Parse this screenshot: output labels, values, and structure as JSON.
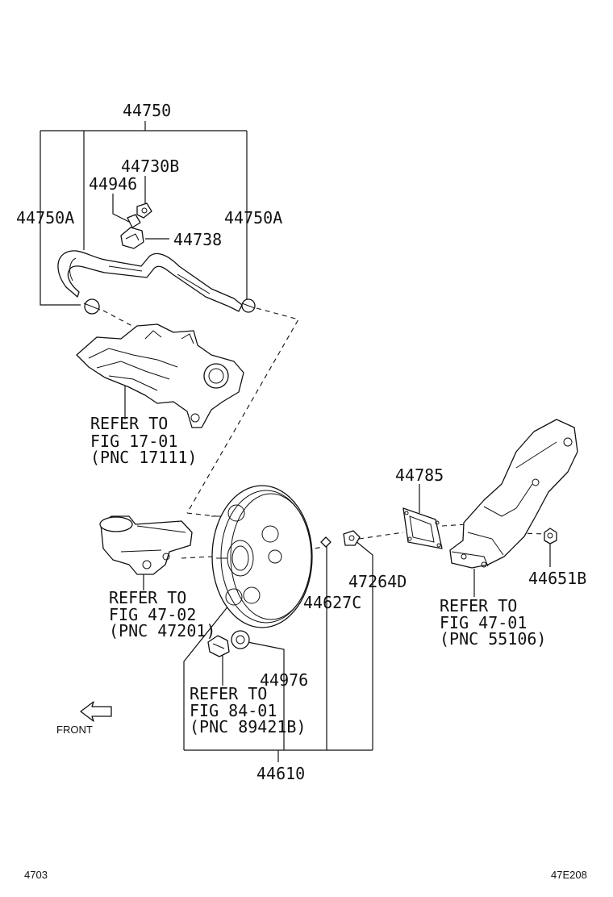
{
  "labels": {
    "p44750": "44750",
    "p44730B": "44730B",
    "p44946": "44946",
    "p44750A_left": "44750A",
    "p44750A_right": "44750A",
    "p44738": "44738",
    "p44785": "44785",
    "p47264D": "47264D",
    "p44651B": "44651B",
    "p44627C": "44627C",
    "p44976": "44976",
    "p44610": "44610"
  },
  "refs": {
    "intake": [
      "REFER TO",
      "FIG 17-01",
      "(PNC 17111)"
    ],
    "master_cyl": [
      "REFER TO",
      "FIG 47-02",
      "(PNC 47201)"
    ],
    "bracket": [
      "REFER TO",
      "FIG 47-01",
      "(PNC 55106)"
    ],
    "sensor": [
      "REFER TO",
      "FIG 84-01",
      "(PNC 89421B)"
    ]
  },
  "front_label": "FRONT",
  "footer": {
    "left": "4703",
    "right": "47E208"
  }
}
